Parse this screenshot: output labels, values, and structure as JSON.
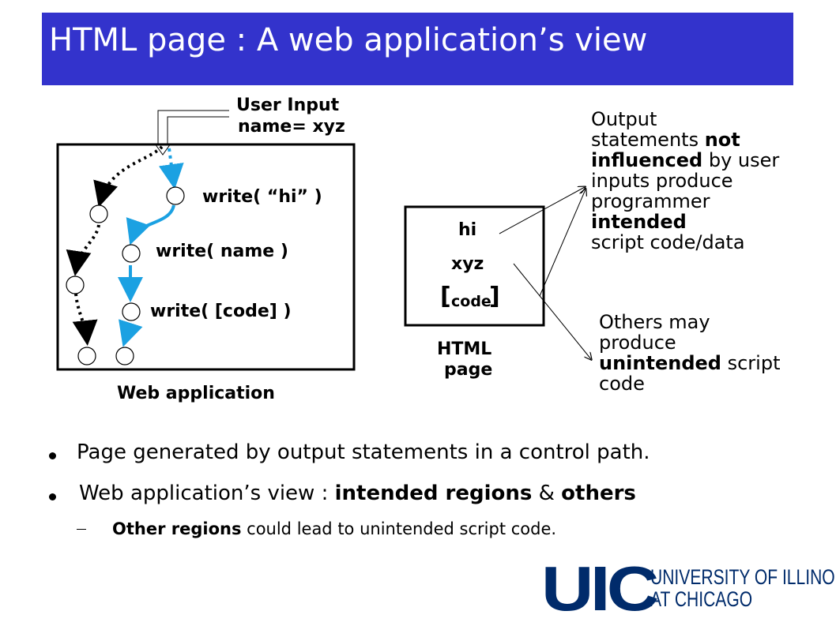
{
  "slide": {
    "title": "HTML page : A web application’s view"
  },
  "diagram": {
    "user_input_line1": "User Input",
    "user_input_line2": "name= xyz",
    "stmt_hi": "write( “hi” )",
    "stmt_name": "write( name )",
    "stmt_code": "write( [code] )",
    "web_app_label": "Web application",
    "page_hi": "hi",
    "page_xyz": "xyz",
    "page_code_open": "[",
    "page_code": "code",
    "page_code_close": "]",
    "html_page_line1": "HTML",
    "html_page_line2": "page"
  },
  "notes": {
    "output_l1": "Output",
    "output_l2a": "statements ",
    "output_l2b": "not",
    "output_l3a": "influenced",
    "output_l3b": " by user",
    "output_l4": "inputs produce",
    "output_l5": "programmer",
    "output_l6": "intended",
    "output_l7": "script code/data",
    "others_l1": "Others may",
    "others_l2": "produce",
    "others_l3a": "unintended",
    "others_l3b": " script",
    "others_l4": "code"
  },
  "bullets": {
    "b1": "Page generated by output statements in a control path.",
    "b2a": "Web application’s view : ",
    "b2b": "intended regions",
    "b2c": " & ",
    "b2d": "others",
    "sub_a": "Other regions",
    "sub_b": " could lead to unintended script code."
  },
  "logo": {
    "mark": "UIC",
    "line1": "UNIVERSITY OF ILLINOIS",
    "line2": "AT CHICAGO"
  },
  "colors": {
    "title_bar": "#3333cc",
    "path_blue": "#1ba1e2",
    "logo_navy": "#002b6b"
  }
}
